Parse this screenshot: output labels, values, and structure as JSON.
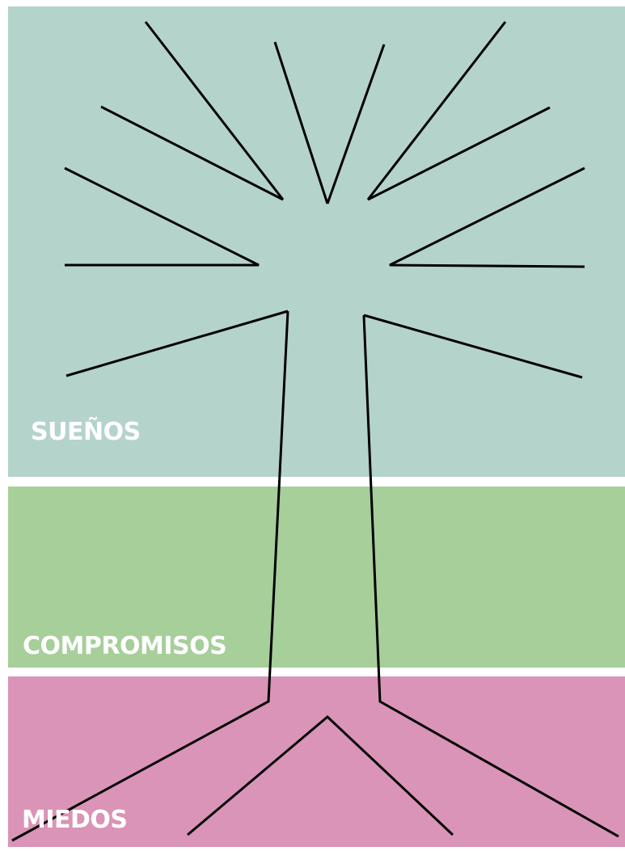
{
  "zones": {
    "suenos": {
      "label": "SUEÑOS",
      "color": "#b4d3cb"
    },
    "compromisos": {
      "label": "COMPROMISOS",
      "color": "#a6cf9a"
    },
    "miedos": {
      "label": "MIEDOS",
      "color": "#d994b7"
    }
  },
  "colors": {
    "background": "#ffffff",
    "line": "#000000",
    "label_text": "#ffffff"
  }
}
